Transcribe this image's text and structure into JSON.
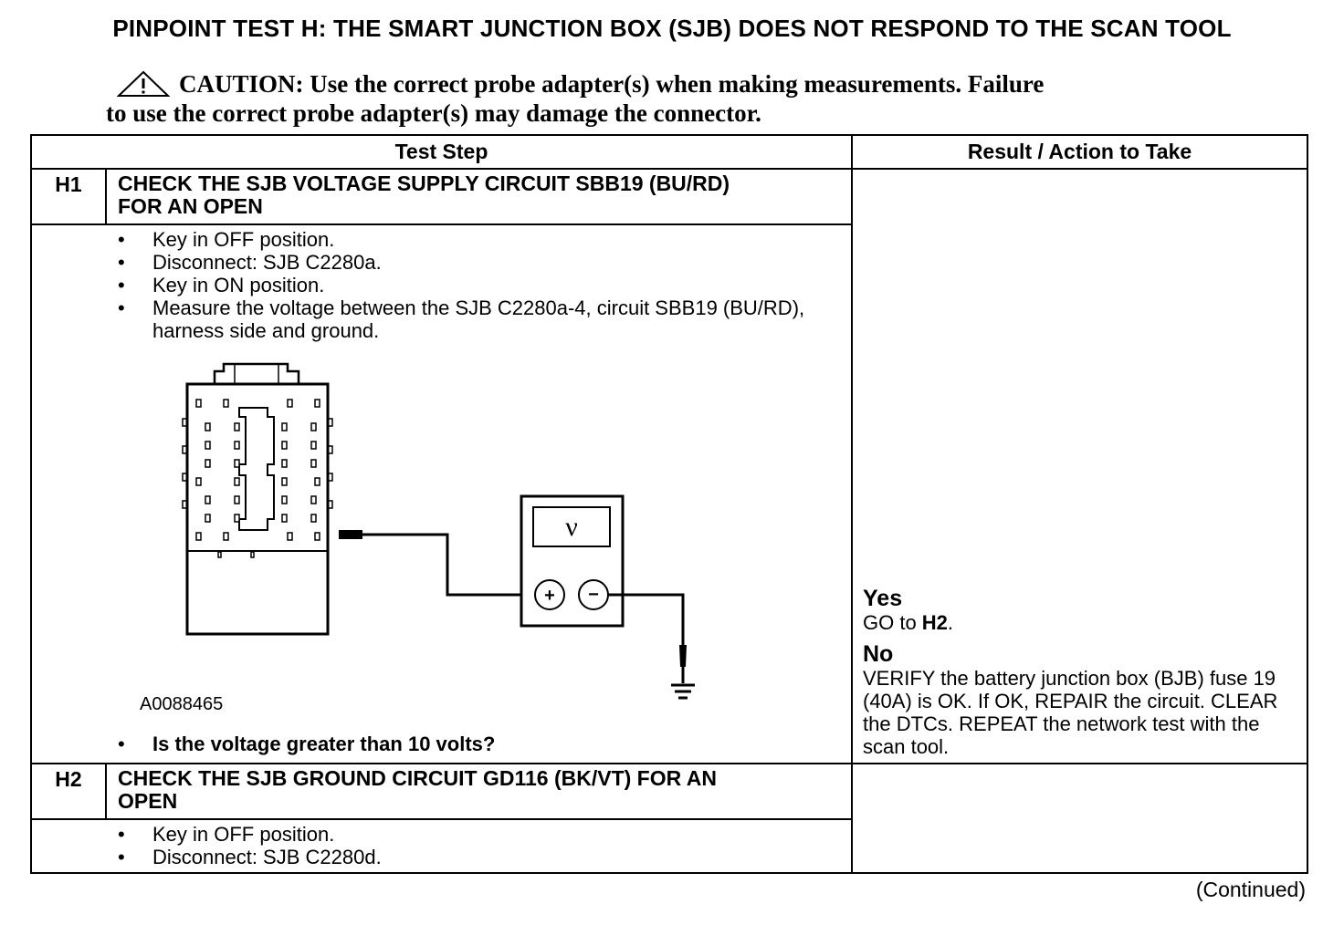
{
  "title": "PINPOINT TEST  H: THE SMART JUNCTION BOX (SJB) DOES NOT RESPOND TO THE SCAN TOOL",
  "caution": {
    "line1": "CAUTION: Use the correct probe adapter(s) when making measurements. Failure",
    "line2": "to use the correct probe adapter(s) may damage the connector."
  },
  "table": {
    "headers": {
      "test_step": "Test Step",
      "result": "Result / Action to Take"
    },
    "h1": {
      "id": "H1",
      "heading_line1": "CHECK THE SJB VOLTAGE SUPPLY CIRCUIT SBB19 (BU/RD)",
      "heading_line2": "FOR AN OPEN",
      "bullets": [
        "Key in OFF position.",
        "Disconnect: SJB C2280a.",
        "Key in ON position.",
        "Measure the voltage between the SJB C2280a-4, circuit SBB19 (BU/RD), harness side and ground."
      ],
      "figure_id": "A0088465",
      "meter_symbol": "ν",
      "question": "Is the voltage greater than 10 volts?",
      "result": {
        "yes_label": "Yes",
        "yes_text_pre": "GO to ",
        "yes_target": "H2",
        "yes_text_post": ".",
        "no_label": "No",
        "no_text": "VERIFY the battery junction box (BJB) fuse 19 (40A) is OK. If OK, REPAIR the circuit. CLEAR the DTCs. REPEAT the network test with the scan tool."
      }
    },
    "h2": {
      "id": "H2",
      "heading_line1": "CHECK THE SJB GROUND CIRCUIT GD116 (BK/VT) FOR AN",
      "heading_line2": "OPEN",
      "bullets": [
        "Key in OFF position.",
        "Disconnect: SJB C2280d."
      ]
    }
  },
  "continued": "(Continued)"
}
